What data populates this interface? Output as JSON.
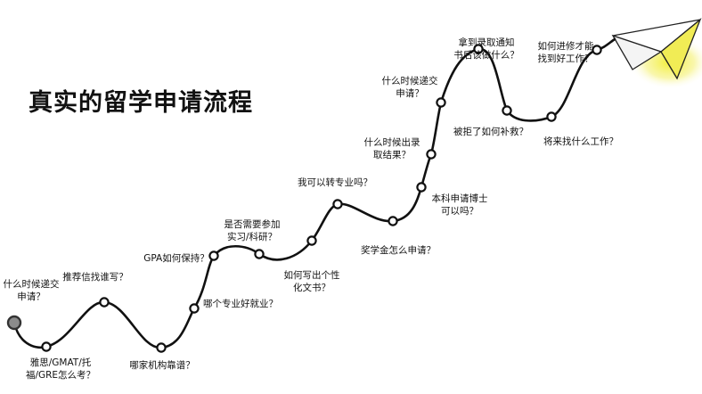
{
  "title": "真实的留学申请流程",
  "colors": {
    "path": "#111111",
    "node_fill": "#ffffff",
    "start_node": "#8c8c8c",
    "plane_glow": "#f2ee2a"
  },
  "steps": [
    {
      "label": "什么时候递交\n申请？"
    },
    {
      "label": "雅思/GMAT/托\n福/GRE怎么考？"
    },
    {
      "label": "推荐信找谁写？"
    },
    {
      "label": "哪家机构靠谱？"
    },
    {
      "label": "哪个专业好就业？"
    },
    {
      "label": "GPA如何保持？"
    },
    {
      "label": "是否需要参加\n实习/科研？"
    },
    {
      "label": "如何写出个性\n化文书？"
    },
    {
      "label": "我可以转专业吗？"
    },
    {
      "label": "奖学金怎么申请？"
    },
    {
      "label": "本科申请博士\n可以吗？"
    },
    {
      "label": "什么时候出录\n取结果？"
    },
    {
      "label": "什么时候递交\n申请？"
    },
    {
      "label": "拿到录取通知\n书后该做什么？"
    },
    {
      "label": "被拒了如何补救？"
    },
    {
      "label": "将来找什么工作？"
    },
    {
      "label": "如何进修才能\n找到好工作？"
    }
  ]
}
